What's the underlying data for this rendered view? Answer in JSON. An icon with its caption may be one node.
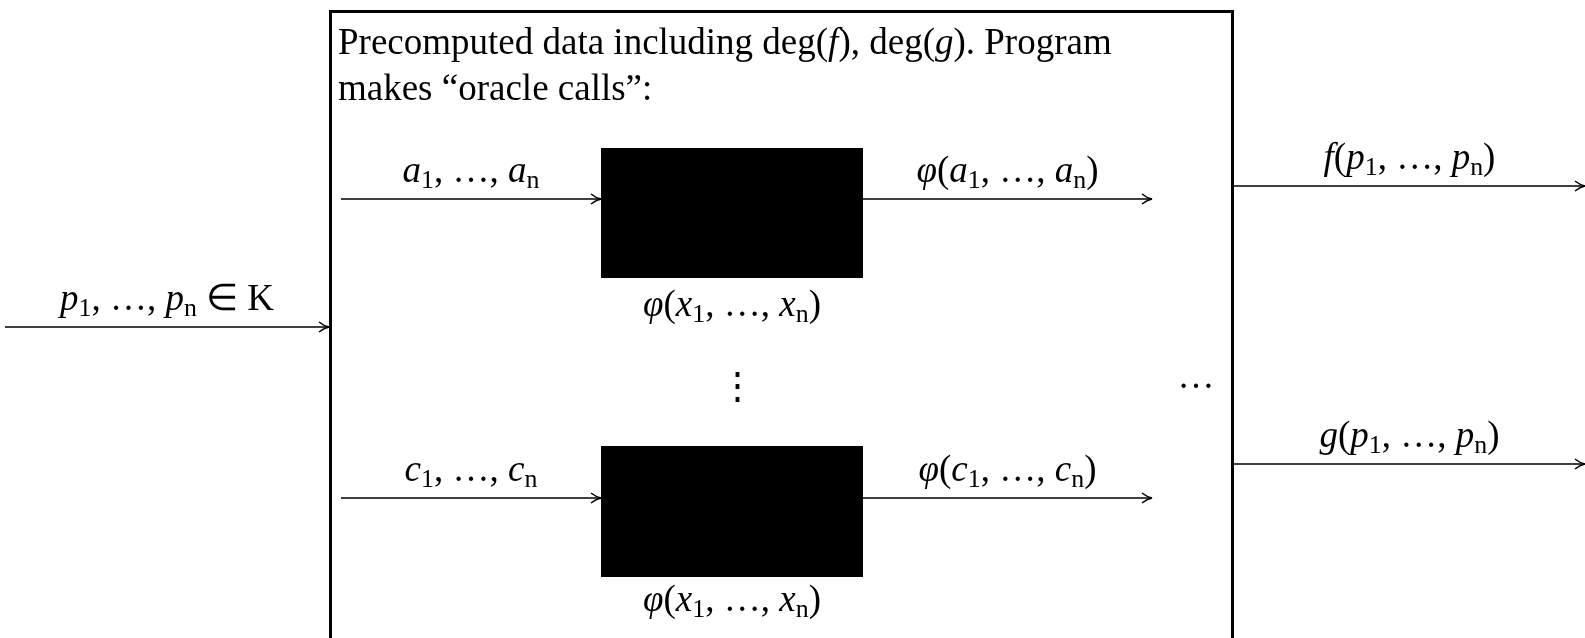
{
  "diagram": {
    "nodes": [
      {
        "text": [
          "Precomputed data including deg(*f*), deg(*g*). Program makes “oracle calls”:"
        ]
      },
      {
        "text": [],
        "shape": "box",
        "in": 0,
        "beside": [
          "*φ*(*x*$_{1}$, …, *x*$_{n}$)"
        ]
      },
      {
        "text": [],
        "shape": "box",
        "in": 0,
        "beside": [
          "*φ*(*x*$_{1}$, …, *x*$_{n}$)"
        ]
      }
    ],
    "edges": [
      {
        "from": null,
        "to": 0,
        "arrow": "to",
        "label": "*p*$_{1}$, …, *p*$_{n}$ ∈ K"
      },
      {
        "from": null,
        "to": 1,
        "arrow": "to",
        "label": "*a*$_{1}$, …, *a*$_{n}$"
      },
      {
        "from": 1,
        "to": null,
        "arrow": "to",
        "label": "*φ*(*a*$_{1}$, …, *a*$_{n}$)"
      },
      {
        "from": null,
        "to": 2,
        "arrow": "to",
        "label": "*c*$_{1}$, …, *c*$_{n}$"
      },
      {
        "from": 2,
        "to": null,
        "arrow": "to",
        "label": "*φ*(*c*$_{1}$, …, *c*$_{n}$)"
      },
      {
        "from": 0,
        "to": null,
        "arrow": "to",
        "label": "*f*(*p*$_{1}$, …, *p*$_{n}$)"
      },
      {
        "from": 0,
        "to": null,
        "arrow": "to",
        "label": "*g*(*p*$_{1}$, …, *p*$_{n}$)"
      }
    ],
    "labels": [
      "⋮",
      "…"
    ]
  }
}
